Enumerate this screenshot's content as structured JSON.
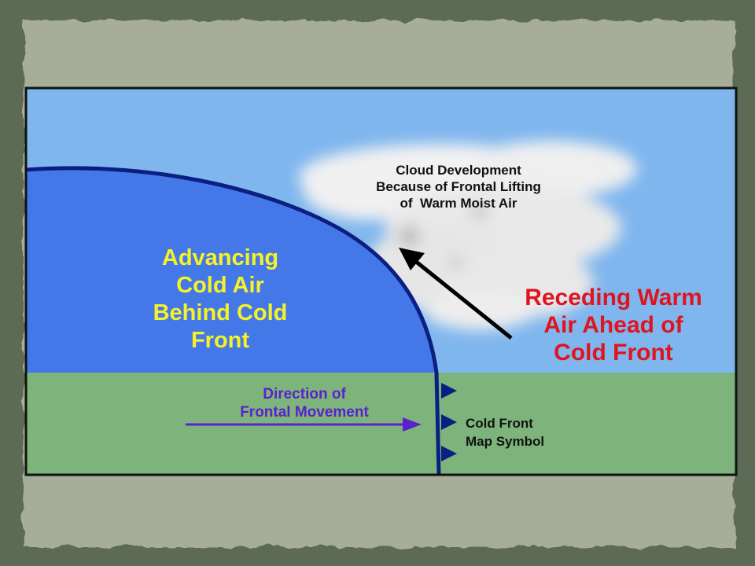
{
  "colors": {
    "outer_background": "#5d6b55",
    "paper": "#a6ad98",
    "sky": "#7fb6ee",
    "cold_air": "#4478e8",
    "front_line": "#0b1e82",
    "ground": "#7db47b",
    "cold_label": "#f5f226",
    "warm_label": "#e0141e",
    "movement_label": "#5b22cc"
  },
  "labels": {
    "cloud_development": [
      "Cloud Development",
      "Because of Frontal Lifting",
      "of  Warm Moist Air"
    ],
    "advancing_cold_air": [
      "Advancing",
      "Cold Air",
      "Behind Cold",
      "Front"
    ],
    "receding_warm_air": [
      "Receding Warm",
      "Air Ahead of",
      "Cold Front"
    ],
    "direction_of_movement": [
      "Direction of",
      "Frontal Movement"
    ],
    "map_symbol": [
      "Cold Front",
      "Map Symbol"
    ]
  },
  "icons": [
    "cloud-icon",
    "lifting-arrow-icon",
    "movement-arrow-icon",
    "cold-front-triangle-icon"
  ]
}
